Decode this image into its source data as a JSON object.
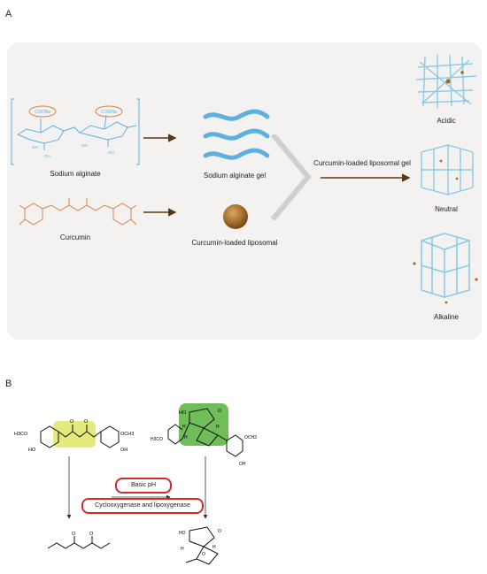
{
  "panel_a": {
    "letter": "A",
    "sodium_alginate_label": "Sodium alginate",
    "coona_1": "COONa",
    "coona_2": "COONa",
    "oh_labels": [
      "OH",
      "OH",
      "OH",
      "OH"
    ],
    "curcumin_label": "Curcumin",
    "gel_label": "Sodium alginate gel",
    "liposomal_label": "Curcumin-loaded liposomal",
    "liposomal_gel_label": "Curcumin-loaded liposomal gel",
    "states": [
      "Acidic",
      "Neutral",
      "Alkaline"
    ],
    "colors": {
      "alginate": "#5db0e0",
      "curcumin": "#d9824a",
      "arrow": "#5a3812",
      "bead": "#a86a20",
      "net": "#8ccbe6"
    }
  },
  "panel_b": {
    "letter": "B",
    "h3co": "H3CO",
    "och3": "OCH3",
    "ho": "HO",
    "oh": "OH",
    "h": "H",
    "o": "O",
    "basic_ph": "Basic pH",
    "enzymes": "Cyclooxygenase and lipoxygenase",
    "colors": {
      "yellow_highlight": "#e4ea7c",
      "green_highlight": "#6fbe59",
      "pill_border": "#d02a2a"
    }
  }
}
